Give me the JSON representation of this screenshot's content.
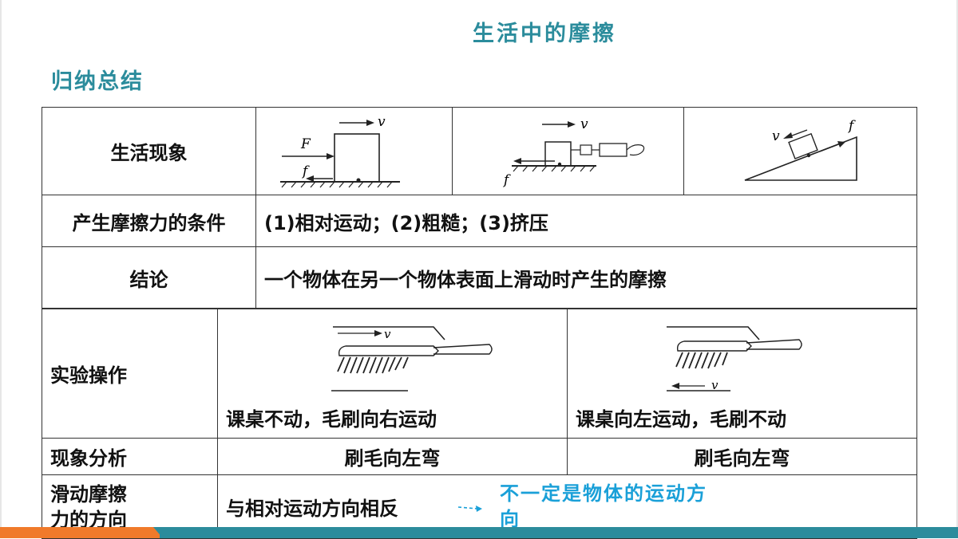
{
  "title": "生活中的摩擦",
  "section": "归纳总结",
  "table1": {
    "row1_label": "生活现象",
    "fig1": {
      "F": "F",
      "f": "f",
      "v": "v"
    },
    "fig2": {
      "f": "f",
      "v": "v"
    },
    "fig3": {
      "f": "f",
      "v": "v"
    },
    "row2_label": "产生摩擦力的条件",
    "row2_text": "(1)相对运动；(2)粗糙；(3)挤压",
    "row3_label": "结论",
    "row3_text": "一个物体在另一个物体表面上滑动时产生的摩擦"
  },
  "table2": {
    "row1_label": "实验操作",
    "exp1_caption": "课桌不动，毛刷向右运动",
    "exp2_caption": "课桌向左运动，毛刷不动",
    "exp_v": "v",
    "row2_label": "现象分析",
    "row2_left": "刷毛向左弯",
    "row2_right": "刷毛向左弯",
    "row3_label": "滑动摩擦力的方向",
    "row3_text": "与相对运动方向相反",
    "note": "不一定是物体的运动方向"
  },
  "colors": {
    "accent": "#2b8c9c",
    "note": "#1aa0d8",
    "orange": "#f07a2a"
  }
}
